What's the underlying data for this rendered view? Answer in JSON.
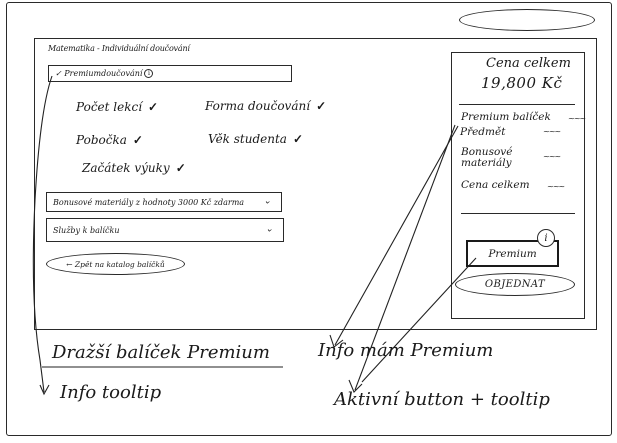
{
  "header": {
    "breadcrumb": "Matematika - Individuální doučování"
  },
  "package_select": {
    "value": "✓ Premiumdoučování",
    "info_glyph": "i",
    "chevron_icon": "chevron-down-icon"
  },
  "features": [
    {
      "label": "Počet lekcí",
      "check": "✓"
    },
    {
      "label": "Forma doučování",
      "check": "✓"
    },
    {
      "label": "Pobočka",
      "check": "✓"
    },
    {
      "label": "Věk studenta",
      "check": "✓"
    },
    {
      "label": "Začátek výuky",
      "check": "✓"
    }
  ],
  "addons": [
    {
      "label": "Bonusové materiály z hodnoty 3000 Kč zdarma",
      "chevron": "⌄"
    },
    {
      "label": "Služby k balíčku",
      "chevron": "⌄"
    }
  ],
  "back_link": "← Zpět na katalog balíčků",
  "summary": {
    "total_label": "Cena celkem",
    "total_value": "19,800 Kč",
    "rows": [
      {
        "label": "Premium balíček",
        "value": "~~~"
      },
      {
        "label": "Předmět",
        "value": "~~~"
      },
      {
        "label": "Bonusové materiály",
        "value": "~~~"
      },
      {
        "label": "Cena celkem",
        "value": "~~~"
      }
    ],
    "premium_button": "Premium",
    "premium_info_glyph": "i",
    "order_button": "OBJEDNAT"
  },
  "top_oval_label": "",
  "notes": {
    "dropdown_note": "Dražší balíček Premium",
    "tooltip_note": "Info tooltip",
    "hover_note": "Info mám Premium",
    "button_note": "Aktivní button + tooltip"
  },
  "colors": {
    "ink": "#1a1a1a",
    "paper": "#ffffff"
  }
}
